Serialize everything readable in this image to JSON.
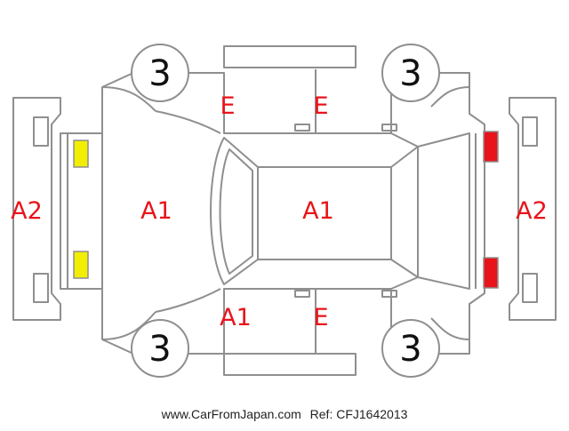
{
  "diagram": {
    "labels": {
      "left_bumper": "A2",
      "right_bumper": "A2",
      "hood": "A1",
      "roof": "A1",
      "front_door_top": "E",
      "rear_door_top": "E",
      "front_door_bottom": "A1",
      "rear_door_bottom": "E",
      "wheel_front_top": "3",
      "wheel_rear_top": "3",
      "wheel_front_bottom": "3",
      "wheel_rear_bottom": "3"
    },
    "colors": {
      "outline": "#8f8f8f",
      "damage_code": "#e8141b",
      "headlight": "#f2ee00",
      "taillight": "#e8141b"
    }
  },
  "footer": {
    "site": "www.CarFromJapan.com",
    "ref": "Ref: CFJ1642013"
  }
}
